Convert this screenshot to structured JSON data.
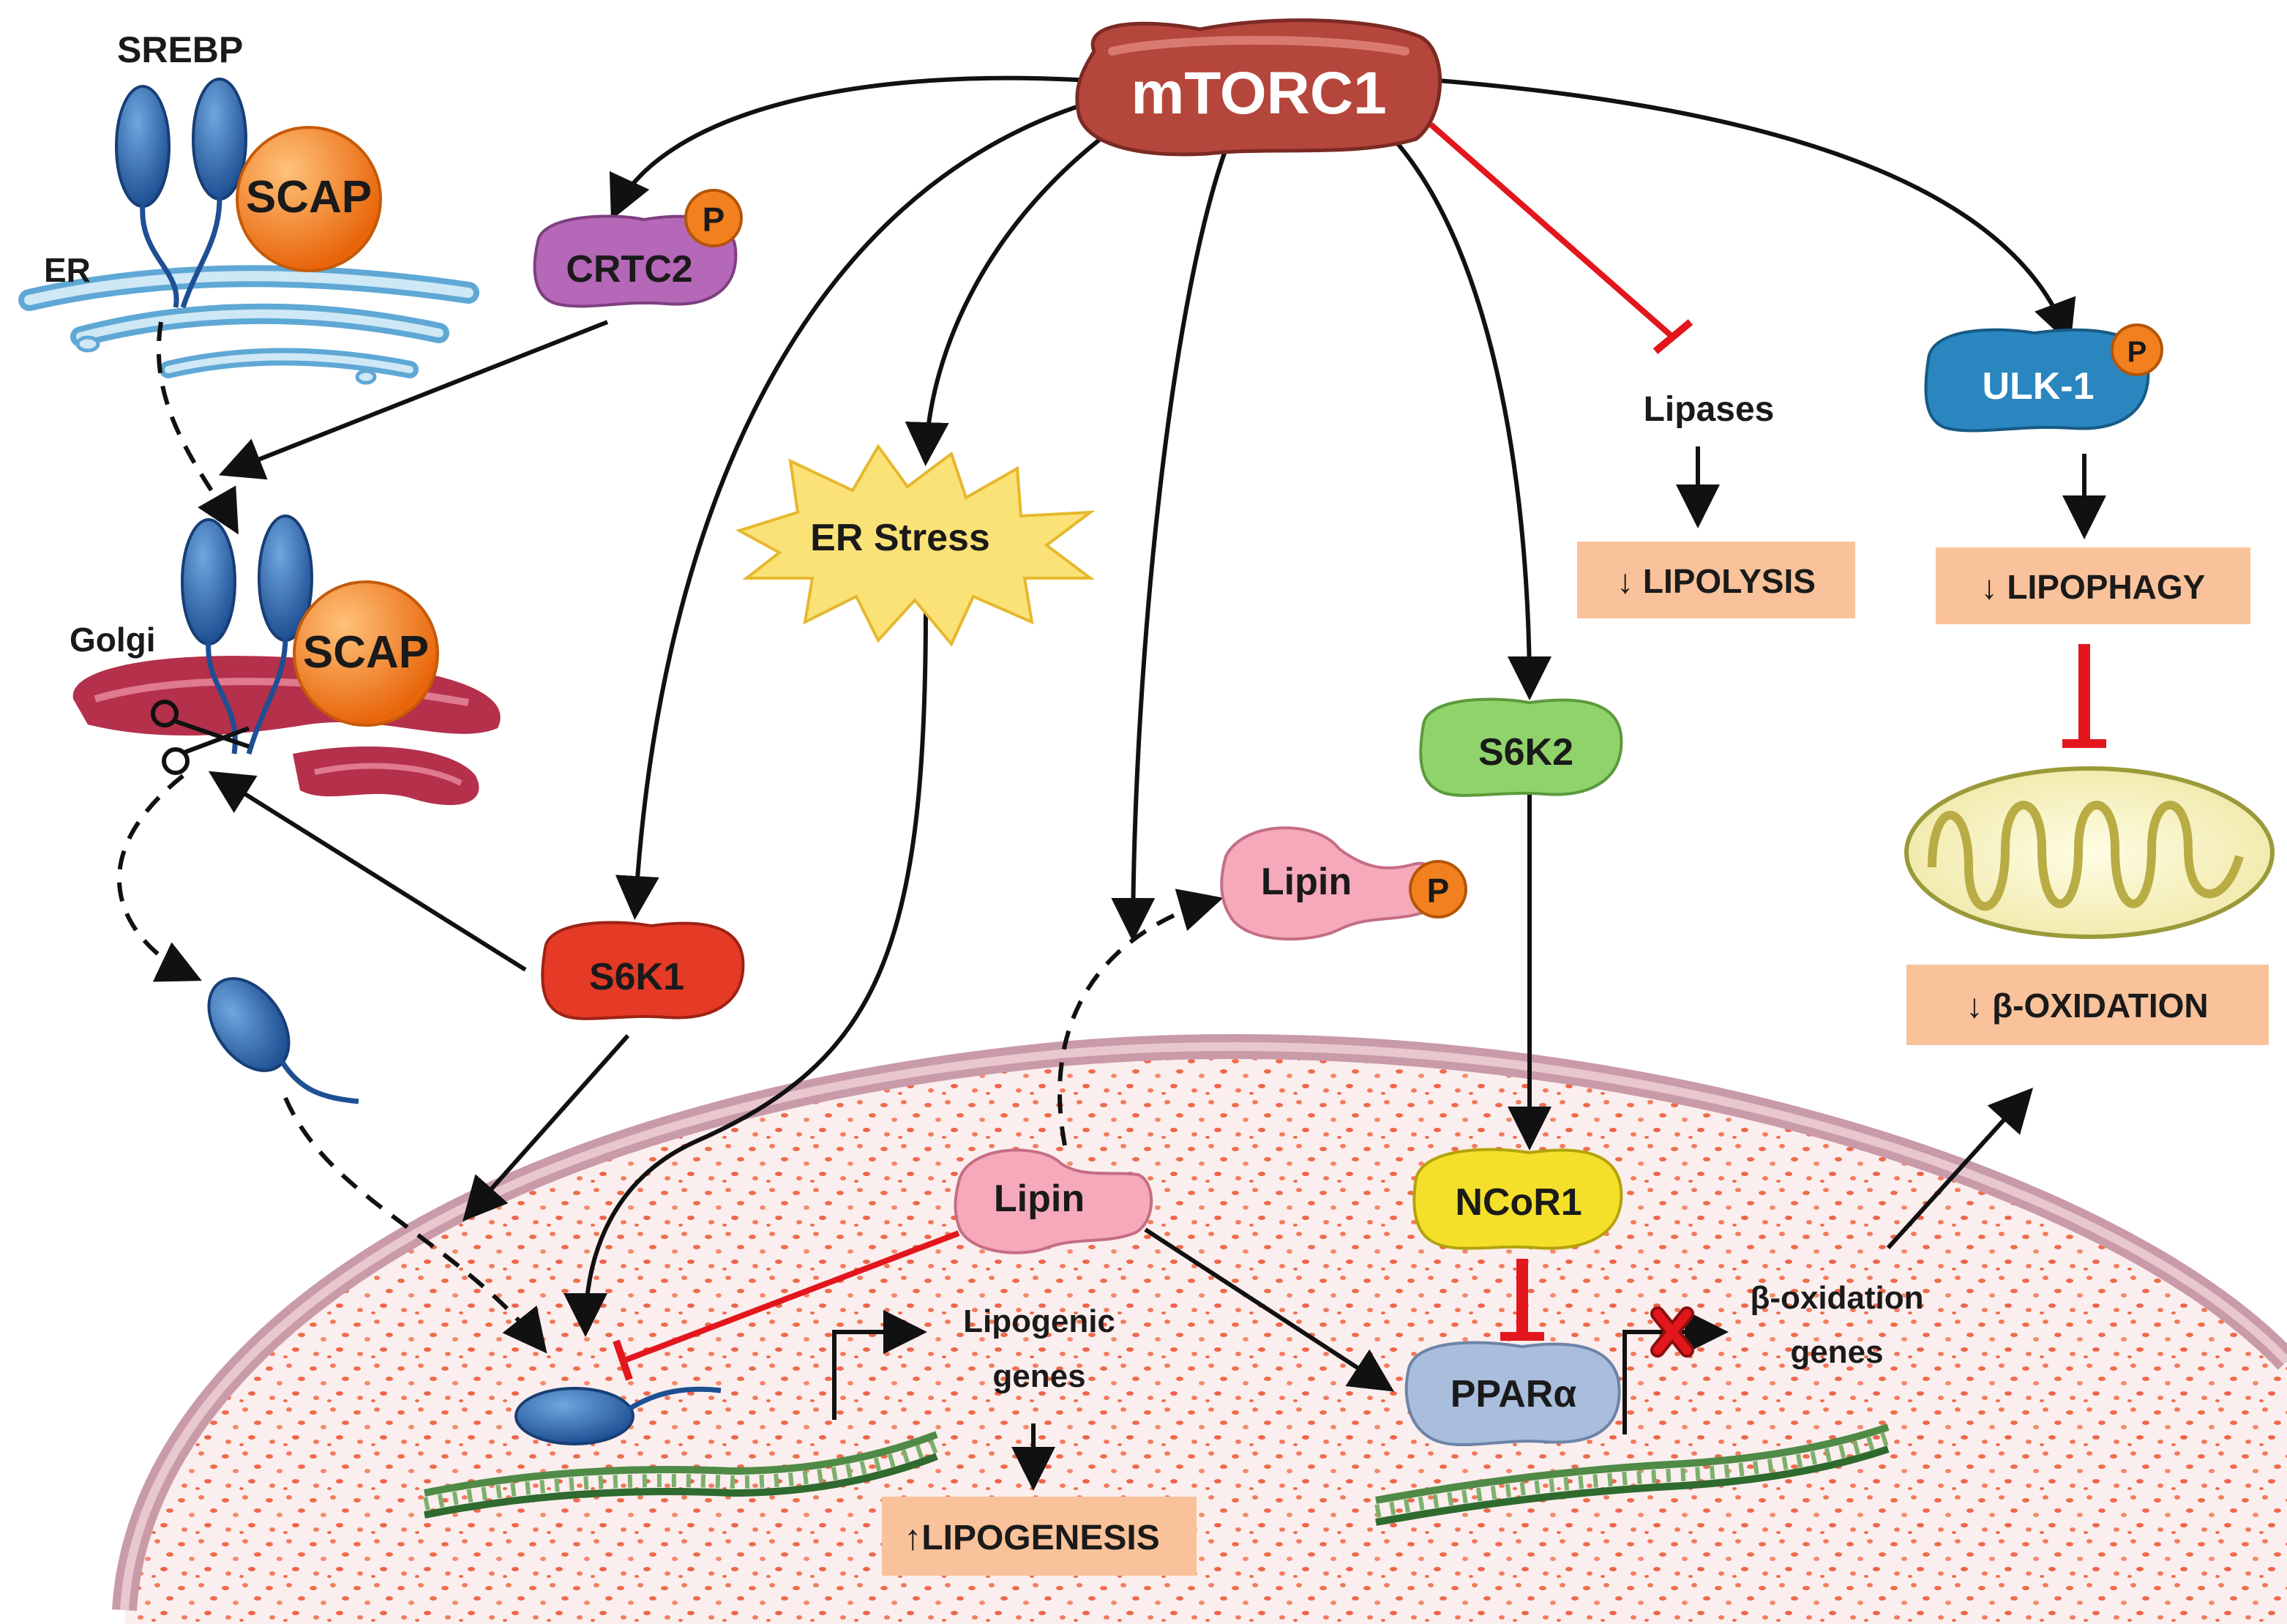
{
  "hub": {
    "label": "mTORC1"
  },
  "er_complex": {
    "srebp_label": "SREBP",
    "scap_label": "SCAP",
    "er_label": "ER"
  },
  "golgi_complex": {
    "golgi_label": "Golgi",
    "scap_label": "SCAP"
  },
  "proteins": {
    "crtc2": "CRTC2",
    "s6k1": "S6K1",
    "s6k2": "S6K2",
    "ulk1": "ULK-1",
    "lipin_cyto": "Lipin",
    "lipin_nuc": "Lipin",
    "ncor1": "NCoR1",
    "ppara": "PPARα",
    "phospho": "P"
  },
  "er_stress": "ER Stress",
  "lipases": "Lipases",
  "outcomes": {
    "lipolysis": "↓ LIPOLYSIS",
    "lipophagy": "↓ LIPOPHAGY",
    "beta_oxidation": "↓ β-OXIDATION",
    "lipogenesis": "↑LIPOGENESIS"
  },
  "genes": {
    "lipogenic_line1": "Lipogenic",
    "lipogenic_line2": "genes",
    "boxidation_line1": "β-oxidation",
    "boxidation_line2": "genes"
  },
  "colors": {
    "mtorc1": "#b5463c",
    "crtc2": "#b567b8",
    "s6k1": "#e43a26",
    "s6k2": "#8fd36a",
    "ulk1": "#2a86bf",
    "lipin": "#f5a9bb",
    "ncor1": "#f4e02a",
    "ppara": "#a9bddc",
    "phospho": "#f2801e",
    "scap": "#f57d15",
    "outcome_box": "#f9c29a",
    "inhibition": "#e3161d",
    "nucleus_fill": "#fbeeee",
    "nucleus_rim": "#c99aa8",
    "golgi": "#b4304b",
    "er": "#8ec7e6"
  }
}
